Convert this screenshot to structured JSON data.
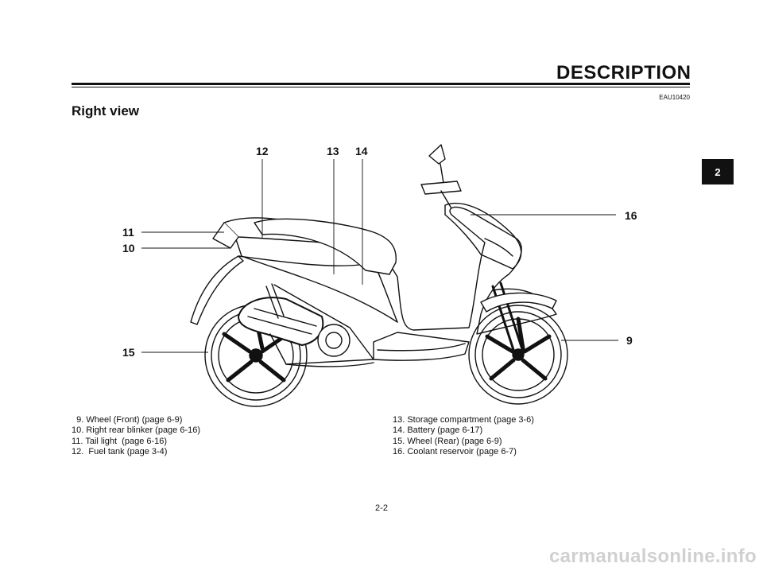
{
  "header": {
    "section_title": "DESCRIPTION",
    "code": "EAU10420",
    "heading": "Right view",
    "chapter_tab": "2"
  },
  "callouts": {
    "c9": "9",
    "c10": "10",
    "c11": "11",
    "c12": "12",
    "c13": "13",
    "c14": "14",
    "c15": "15",
    "c16": "16"
  },
  "legend": {
    "left": [
      "  9. Wheel (Front) (page 6-9)",
      "10. Right rear blinker (page 6-16)",
      "11. Tail light  (page 6-16)",
      "12.  Fuel tank (page 3-4)"
    ],
    "right": [
      "13. Storage compartment (page 3-6)",
      "14. Battery (page 6-17)",
      "15. Wheel (Rear) (page 6-9)",
      "16. Coolant reservoir (page 6-7)"
    ]
  },
  "footer": {
    "page_number": "2-2",
    "watermark": "carmanualsonline.info"
  }
}
